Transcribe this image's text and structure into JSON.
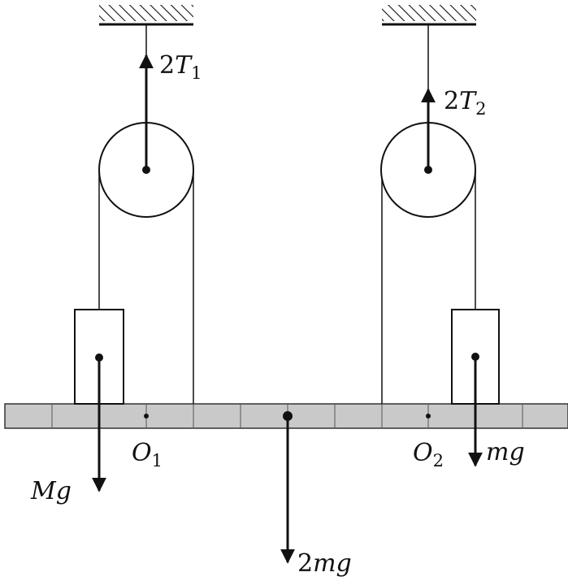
{
  "labels": {
    "tension_left": {
      "coef": "2",
      "sym": "T",
      "sub": "1"
    },
    "tension_right": {
      "coef": "2",
      "sym": "T",
      "sub": "2"
    },
    "weight_left": "Mg",
    "weight_right": "mg",
    "weight_center": {
      "coef": "2",
      "sym": "mg"
    },
    "pivot_left": {
      "sym": "O",
      "sub": "1"
    },
    "pivot_right": {
      "sym": "O",
      "sub": "2"
    }
  },
  "colors": {
    "ink": "#111111",
    "beam": "#c9c9c9"
  }
}
